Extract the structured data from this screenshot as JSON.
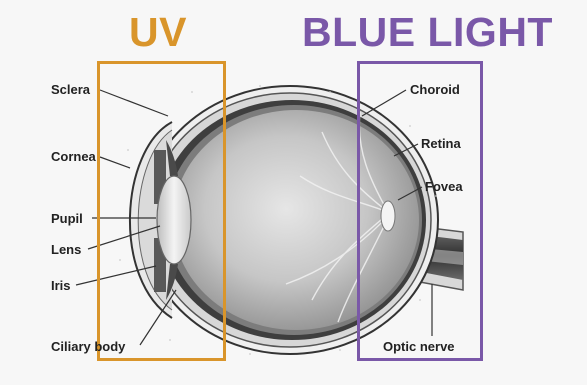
{
  "headings": {
    "uv": "UV",
    "blue_light": "BLUE LIGHT"
  },
  "labels": {
    "sclera": "Sclera",
    "cornea": "Cornea",
    "pupil": "Pupil",
    "lens": "Lens",
    "iris": "Iris",
    "ciliary_body": "Ciliary body",
    "choroid": "Choroid",
    "retina": "Retina",
    "fovea": "Fovea",
    "optic_nerve": "Optic nerve"
  },
  "colors": {
    "uv_accent": "#d9952b",
    "blue_light_accent": "#7a58a8",
    "label_text": "#222222",
    "background": "#f7f7f7"
  }
}
